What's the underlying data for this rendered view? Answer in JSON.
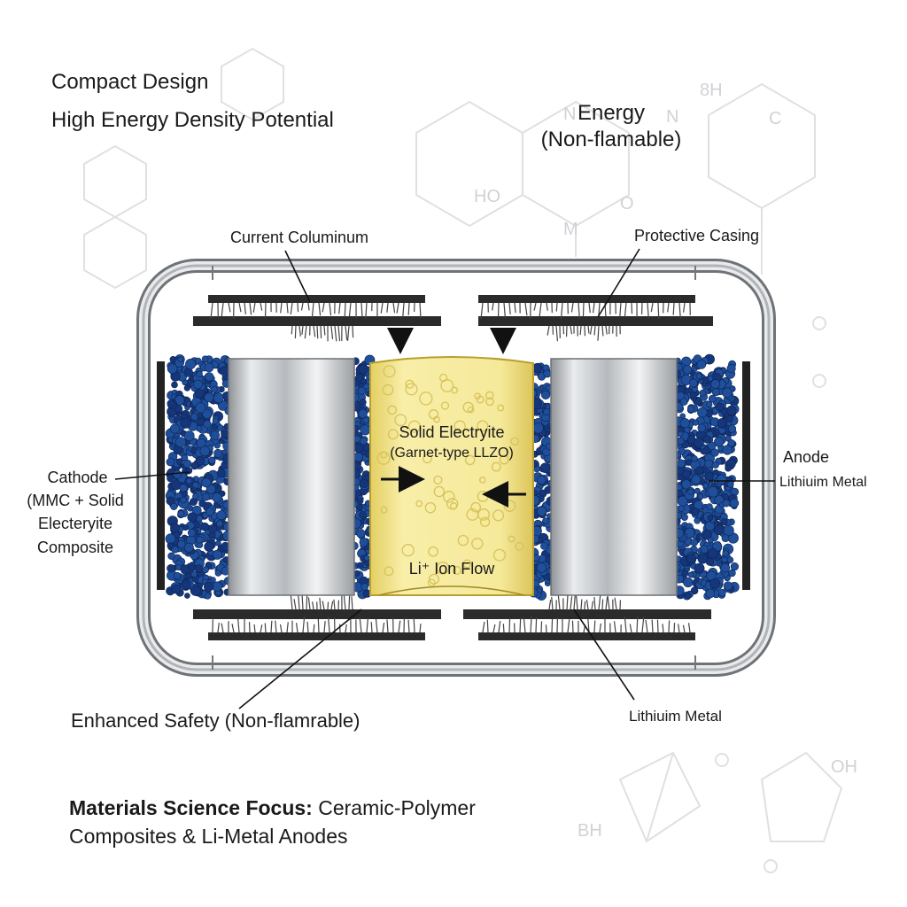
{
  "header": {
    "line1": "Compact Design",
    "line2": "High Energy Density Potential",
    "energy_line1": "Energy",
    "energy_line2": "(Non-flamable)"
  },
  "labels": {
    "current_collector": "Current Columinum",
    "protective_casing": "Protective Casing",
    "cathode_title": "Cathode",
    "cathode_line2": "(MMC + Solid",
    "cathode_line3": "Electeryite",
    "cathode_line4": "Composite",
    "electrolyte_title": "Solid Electryite",
    "electrolyte_sub": "(Garnet-type LLZO)",
    "ion_flow": "Li⁺ Ion Flow",
    "anode_title": "Anode",
    "anode_sub": "Lithiuim Metal",
    "safety": "Enhanced Safety (Non-flamrable)",
    "lithium_metal_bottom": "Lithiuim Metal"
  },
  "background_chem": {
    "oh": "8H",
    "c": "C",
    "n1": "N",
    "n2": "N",
    "ho": "HO",
    "m": "M",
    "o": "O",
    "bh": "BH",
    "oh2": "OH"
  },
  "footer": {
    "focus_bold": "Materials Science Focus:",
    "focus_rest": " Ceramic-Polymer",
    "line2": "Composites & Li-Metal Anodes"
  },
  "colors": {
    "cathode_particles": "#1f4e9a",
    "electrolyte": "#f3e7a0",
    "electrode_steel": "#c8cbcf",
    "casing": "#b9bcc0",
    "collector": "#2a2a2a"
  }
}
